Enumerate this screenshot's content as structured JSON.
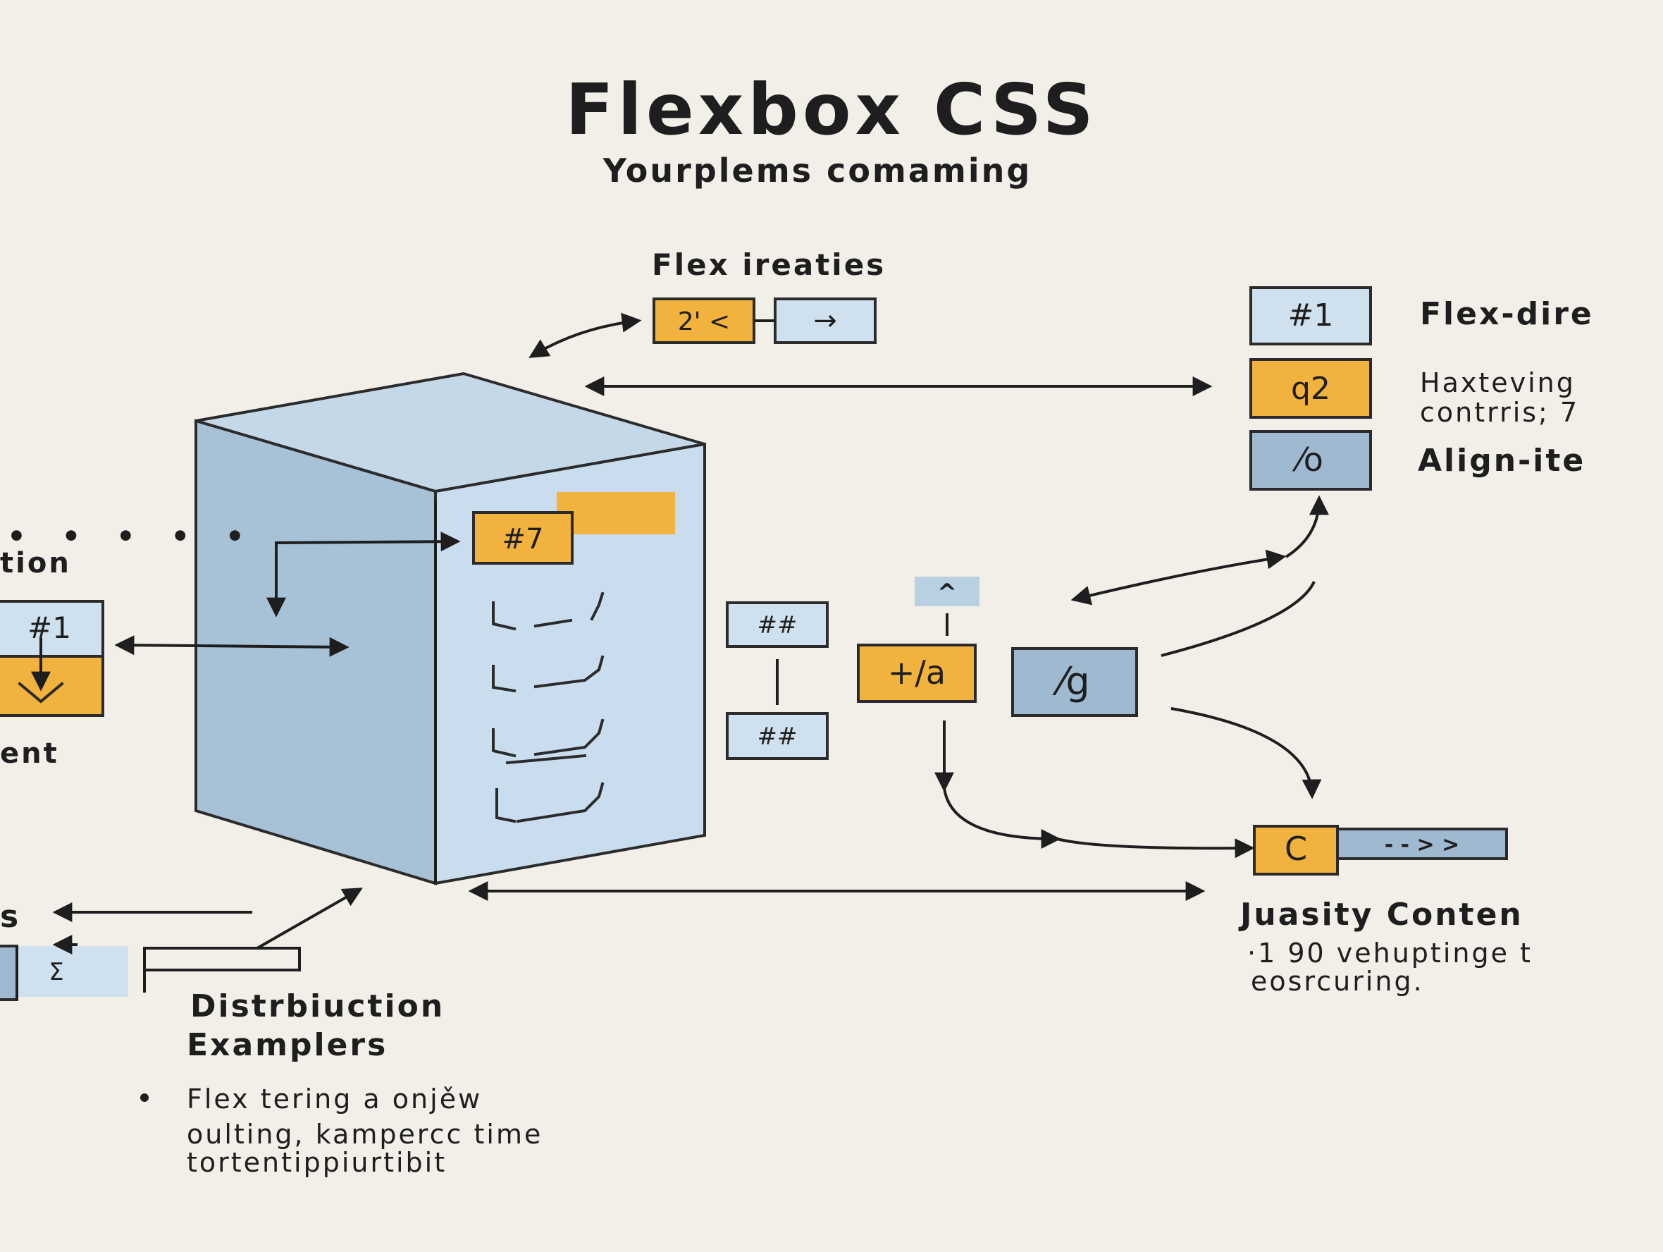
{
  "title": "Flexbox CSS",
  "subtitle": "Yourplems comaming",
  "flex_properties_label": "Flex ireaties",
  "top_boxes": {
    "left": "2' <",
    "right": "→"
  },
  "left_panel": {
    "dots": "• • • • •",
    "top_label": "tion",
    "box_label": "#1",
    "bottom_label": "ent"
  },
  "cube_tag": "#7",
  "right_list": [
    {
      "box": "#1",
      "label": "Flex-dire"
    },
    {
      "box": "q2",
      "label": ""
    },
    {
      "box": "⁄o",
      "label": "Align-ite"
    }
  ],
  "right_desc": {
    "line1": "Haxteving",
    "line2": "contrris;  7"
  },
  "middle": {
    "hash_top": "##",
    "hash_bottom": "##",
    "tiny_box": "^",
    "orange_box": "+/a",
    "slate_box": "⁄g",
    "c_box": "C",
    "c_arrow": "- - > >"
  },
  "justify": {
    "title": "Juasity Conten",
    "line1": "·1 90 vehuptinge t",
    "line2": "eosrcuring."
  },
  "bottom_left": {
    "label_s": "s",
    "sigma": "Σ"
  },
  "distribution": {
    "title1": "Distrbiuction",
    "title2": "Examplers",
    "bullet_line1": "Flex tering  a onjěw",
    "bullet_line2": "oulting, kampercc time",
    "bullet_line3": "tortentippiurtibit"
  },
  "colors": {
    "background": "#f1efe8",
    "orange": "#f2b23e",
    "light_blue": "#cfe0ee",
    "slate_blue": "#9fbad0",
    "ink": "#1e1e1e"
  }
}
